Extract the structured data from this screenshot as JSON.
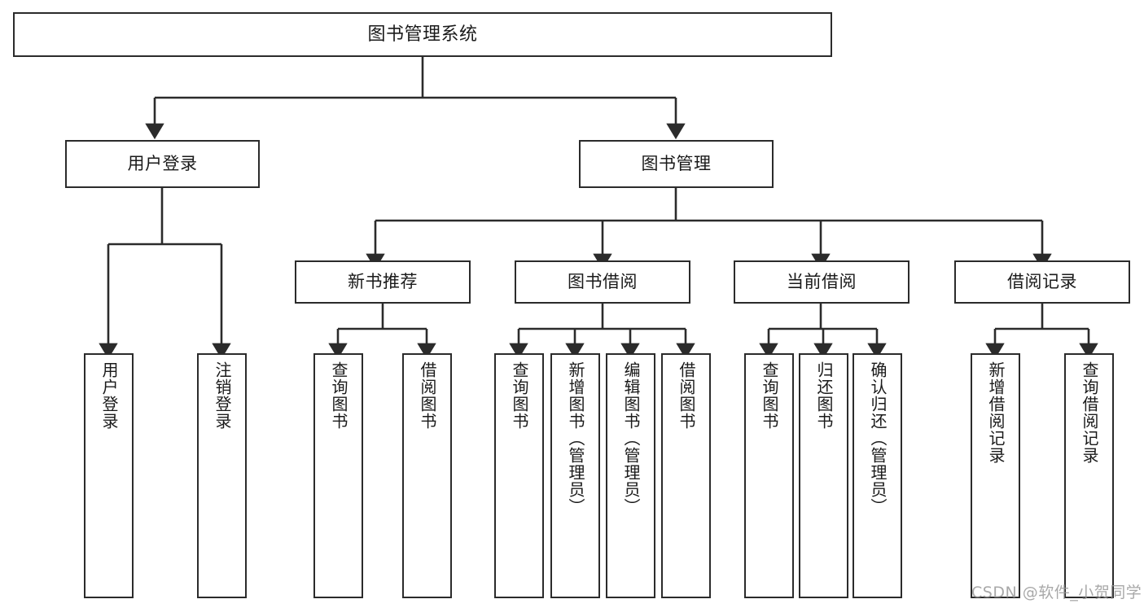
{
  "diagram": {
    "title": "图书管理系统",
    "type": "tree-hierarchy",
    "stroke_color": "#2b2b2b",
    "fill_color": "#ffffff",
    "text_color": "#1a1a1a",
    "watermark": "CSDN @软件_小贺同学"
  },
  "nodes": {
    "root": {
      "label": "图书管理系统"
    },
    "level1": [
      {
        "label": "用户登录"
      },
      {
        "label": "图书管理"
      }
    ],
    "level2": [
      {
        "label": "新书推荐"
      },
      {
        "label": "图书借阅"
      },
      {
        "label": "当前借阅"
      },
      {
        "label": "借阅记录"
      }
    ],
    "leaves": {
      "user_login": [
        {
          "label": "用户登录"
        },
        {
          "label": "注销登录"
        }
      ],
      "new_book_recommend": [
        {
          "label": "查询图书"
        },
        {
          "label": "借阅图书"
        }
      ],
      "book_borrow": [
        {
          "label": "查询图书"
        },
        {
          "label": "新增图书（管理员）"
        },
        {
          "label": "编辑图书（管理员）"
        },
        {
          "label": "借阅图书"
        }
      ],
      "current_borrow": [
        {
          "label": "查询图书"
        },
        {
          "label": "归还图书"
        },
        {
          "label": "确认归还（管理员）"
        }
      ],
      "borrow_record": [
        {
          "label": "新增借阅记录"
        },
        {
          "label": "查询借阅记录"
        }
      ]
    }
  }
}
